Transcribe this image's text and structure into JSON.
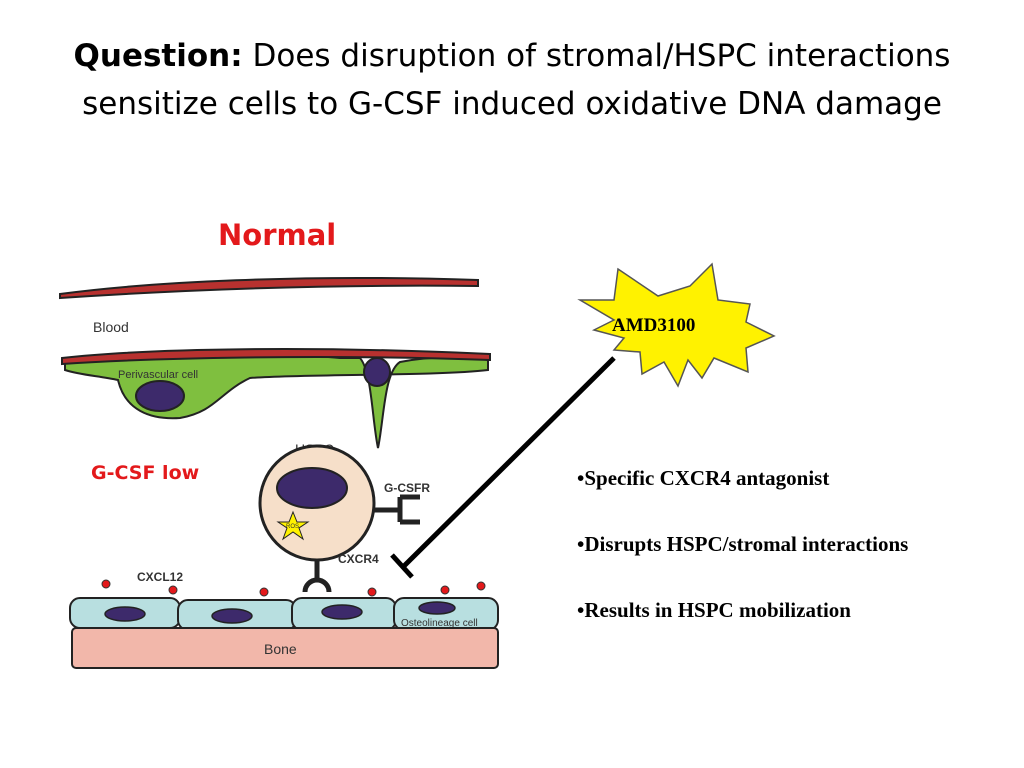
{
  "title": {
    "lead": "Question:",
    "text": "Does disruption of stromal/HSPC interactions sensitize cells to G-CSF induced oxidative DNA damage"
  },
  "panel_label": "Normal",
  "gcsf_label": "G-CSF low",
  "diagram_labels": {
    "blood": "Blood",
    "perivascular": "Perivascular cell",
    "hspc": "HSPC",
    "gcsfr": "G-CSFR",
    "ros": "ROS",
    "cxcr4": "CXCR4",
    "cxcl12": "CXCL12",
    "osteolineage": "Osteolineage cell",
    "bone": "Bone"
  },
  "drug": "AMD3100",
  "bullets": [
    "•Specific CXCR4 antagonist",
    "•Disrupts HSPC/stromal interactions",
    "•Results in HSPC mobilization"
  ],
  "colors": {
    "accent_red": "#e3191b",
    "vessel": "#b8312f",
    "perivascular": "#7fbf3f",
    "nucleus": "#3d2a6b",
    "hspc_cell": "#f6dfc9",
    "osteo_cell": "#b8dfe0",
    "bone": "#f2b7aa",
    "star": "#fff200"
  }
}
